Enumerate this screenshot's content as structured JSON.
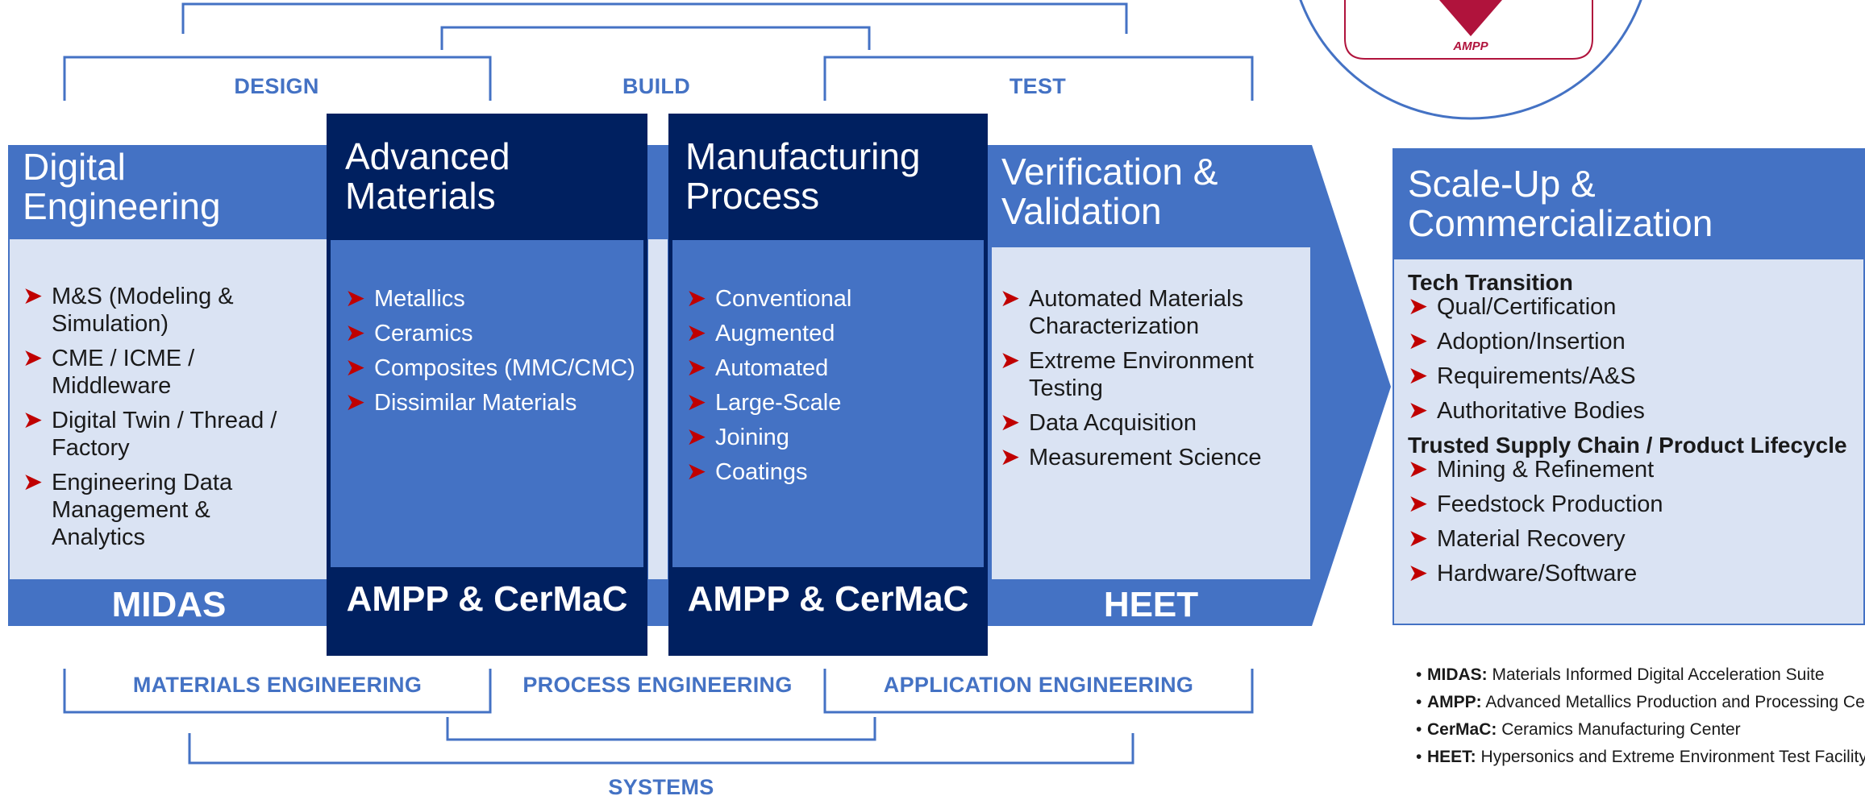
{
  "phases_top": {
    "design": "DESIGN",
    "build": "BUILD",
    "test": "TEST"
  },
  "phases_bottom": {
    "materials": "MATERIALS ENGINEERING",
    "process": "PROCESS ENGINEERING",
    "application": "APPLICATION ENGINEERING",
    "systems": "SYSTEMS"
  },
  "logo": {
    "text": "AMPP"
  },
  "columns": [
    {
      "title_line1": "Digital",
      "title_line2": "Engineering",
      "items": [
        "M&S (Modeling & Simulation)",
        "CME / ICME / Middleware",
        "Digital Twin / Thread / Factory",
        "Engineering Data Management & Analytics"
      ],
      "footer": "MIDAS"
    },
    {
      "title_line1": "Advanced",
      "title_line2": "Materials",
      "items": [
        "Metallics",
        "Ceramics",
        "Composites (MMC/CMC)",
        "Dissimilar Materials"
      ],
      "footer": "AMPP & CerMaC"
    },
    {
      "title_line1": "Manufacturing",
      "title_line2": "Process",
      "items": [
        "Conventional",
        "Augmented",
        "Automated",
        "Large-Scale",
        "Joining",
        "Coatings"
      ],
      "footer": "AMPP & CerMaC"
    },
    {
      "title_line1": "Verification &",
      "title_line2": "Validation",
      "items": [
        "Automated Materials Characterization",
        "Extreme Environment Testing",
        "Data Acquisition",
        "Measurement Science"
      ],
      "footer": "HEET"
    }
  ],
  "scaleup": {
    "title_line1": "Scale-Up &",
    "title_line2": "Commercialization",
    "section1": {
      "heading": "Tech Transition",
      "items": [
        "Qual/Certification",
        "Adoption/Insertion",
        "Requirements/A&S",
        "Authoritative Bodies"
      ]
    },
    "section2": {
      "heading": "Trusted Supply Chain / Product Lifecycle",
      "items": [
        "Mining & Refinement",
        "Feedstock Production",
        "Material Recovery",
        "Hardware/Software"
      ]
    }
  },
  "legend": [
    {
      "term": "MIDAS:",
      "desc": " Materials Informed Digital Acceleration Suite"
    },
    {
      "term": "AMPP:",
      "desc": " Advanced Metallics Production and Processing Center"
    },
    {
      "term": "CerMaC:",
      "desc": " Ceramics Manufacturing Center"
    },
    {
      "term": "HEET:",
      "desc": " Hypersonics and Extreme Environment Test Facility"
    }
  ],
  "arrow_glyph": "➤",
  "bullet_glyph": "•",
  "colors": {
    "primary": "#4472c4",
    "light": "#dae3f3",
    "dark": "#002060",
    "accent": "#c00000",
    "logo": "#b0133c"
  }
}
